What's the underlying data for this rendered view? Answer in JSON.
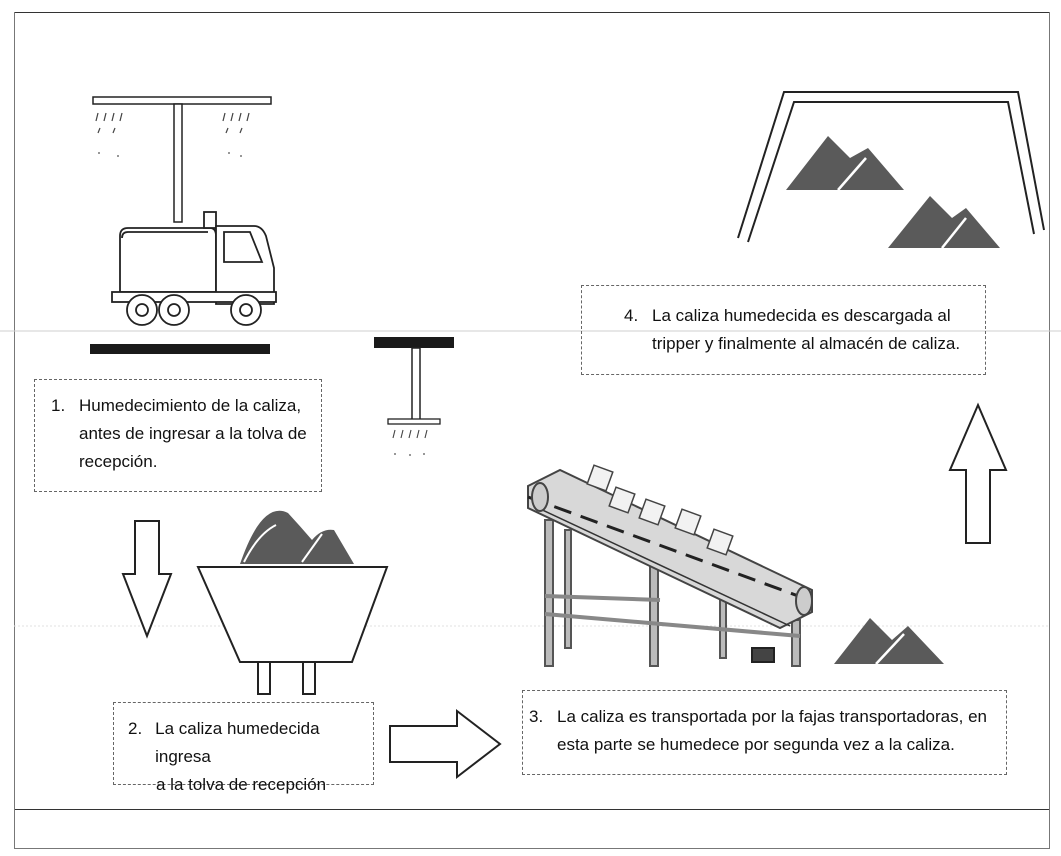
{
  "steps": [
    {
      "number": "1.",
      "lines": [
        "Humedecimiento de la caliza,",
        "antes de ingresar a la tolva de",
        "recepción."
      ]
    },
    {
      "number": "2.",
      "lines": [
        "La caliza humedecida ingresa",
        "a la tolva de recepción"
      ]
    },
    {
      "number": "3.",
      "lines": [
        "La caliza es transportada por la fajas transportadoras, en",
        "esta parte se humedece por segunda vez a la caliza."
      ]
    },
    {
      "number": "4.",
      "lines": [
        "La caliza humedecida es descargada al",
        "tripper y finalmente al almacén de caliza."
      ]
    }
  ],
  "colors": {
    "pile": "#5a5a5a",
    "line": "#222222",
    "bar": "#1a1a1a"
  },
  "icons": [
    "sprinkler-icon",
    "water-truck-icon",
    "hopper-icon",
    "conveyor-icon",
    "stockpile-icon",
    "arrow-down-icon",
    "arrow-right-icon",
    "arrow-up-icon",
    "storage-shed-icon"
  ]
}
